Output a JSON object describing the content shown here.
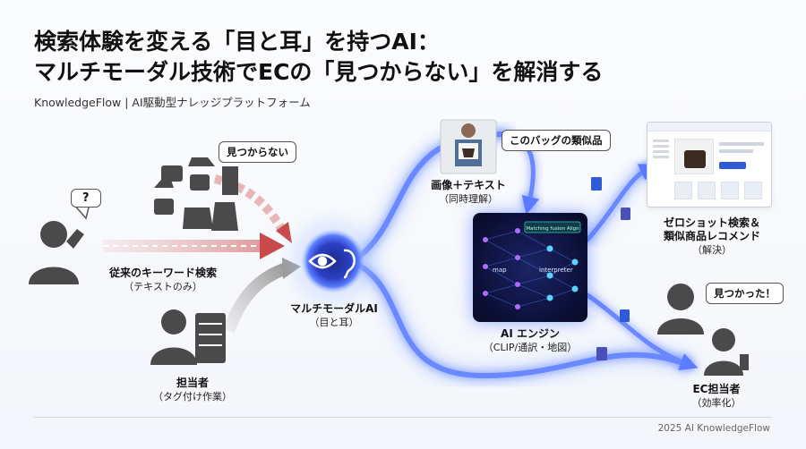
{
  "header": {
    "title_line1": "検索体験を変える「目と耳」を持つAI：",
    "title_line2": "マルチモーダル技術でECの「見つからない」を解消する",
    "subtitle": "KnowledgeFlow | AI駆動型ナレッジプラットフォーム"
  },
  "nodes": {
    "confused_user_bubble": "?",
    "not_found_bubble": "見つからない",
    "keyword_search": {
      "title": "従来のキーワード検索",
      "sub": "（テキストのみ）"
    },
    "tag_worker": {
      "title": "担当者",
      "sub": "（タグ付け作業）"
    },
    "multimodal_ai": {
      "title": "マルチモーダルAI",
      "sub": "（目と耳）"
    },
    "image_text": {
      "title": "画像＋テキスト",
      "sub": "（同時理解）"
    },
    "similar_bubble": "このバッグの類似品",
    "ai_engine": {
      "title": "AI エンジン",
      "sub": "（CLIP/通訳・地図）"
    },
    "engine_inner": {
      "badge": "Matching fusion Align",
      "map": "map",
      "interpreter": "interpreter"
    },
    "zero_shot": {
      "title1": "ゼロショット検索＆",
      "title2": "類似商品レコメンド",
      "sub": "（解決）"
    },
    "found_bubble": "見つかった！",
    "ec_staff": {
      "title": "EC担当者",
      "sub": "（効率化）"
    }
  },
  "footer": {
    "text": "2025 AI KnowledgeFlow"
  },
  "colors": {
    "glow": "#5b7cff",
    "glow_light": "#a9c4ff",
    "red_arrow": "#c94a4a",
    "icon_gray": "#4a4a4a",
    "brand_blue": "#2f5bd6"
  }
}
